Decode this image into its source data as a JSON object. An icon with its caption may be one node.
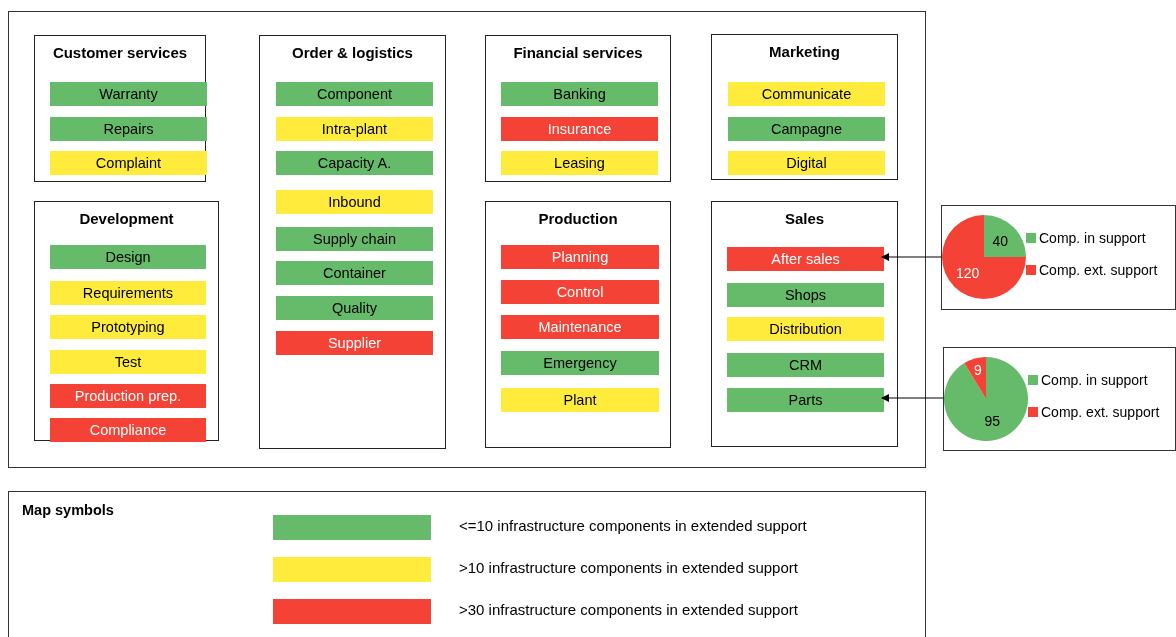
{
  "diagram": {
    "nodes": [
      {
        "text": [],
        "shape": "box"
      },
      {
        "text": [
          "Customer services"
        ],
        "in": 0
      },
      {
        "text": [
          "Warranty"
        ],
        "in": 1
      },
      {
        "text": [
          "Repairs"
        ],
        "in": 1
      },
      {
        "text": [
          "Complaint"
        ],
        "in": 1
      },
      {
        "text": [
          "Order & logistics"
        ],
        "in": 0
      },
      {
        "text": [
          "Component"
        ],
        "in": 5
      },
      {
        "text": [
          "Intra-plant"
        ],
        "in": 5
      },
      {
        "text": [
          "Capacity A."
        ],
        "in": 5
      },
      {
        "text": [
          "Inbound"
        ],
        "in": 5
      },
      {
        "text": [
          "Supply chain"
        ],
        "in": 5
      },
      {
        "text": [
          "Container"
        ],
        "in": 5
      },
      {
        "text": [
          "Quality"
        ],
        "in": 5
      },
      {
        "text": [
          "Supplier"
        ],
        "in": 5
      },
      {
        "text": [
          "Financial services"
        ],
        "in": 0
      },
      {
        "text": [
          "Banking"
        ],
        "in": 14
      },
      {
        "text": [
          "Insurance"
        ],
        "in": 14
      },
      {
        "text": [
          "Leasing"
        ],
        "in": 14
      },
      {
        "text": [
          "Marketing"
        ],
        "in": 0
      },
      {
        "text": [
          "Communicate"
        ],
        "in": 18
      },
      {
        "text": [
          "Campagne"
        ],
        "in": 18
      },
      {
        "text": [
          "Digital"
        ],
        "in": 18
      },
      {
        "text": [
          "Development"
        ],
        "in": 0
      },
      {
        "text": [
          "Design"
        ],
        "in": 22
      },
      {
        "text": [
          "Requirements"
        ],
        "in": 22
      },
      {
        "text": [
          "Prototyping"
        ],
        "in": 22
      },
      {
        "text": [
          "Test"
        ],
        "in": 22
      },
      {
        "text": [
          "Production prep."
        ],
        "in": 22
      },
      {
        "text": [
          "Compliance"
        ],
        "in": 22
      },
      {
        "text": [
          "Production"
        ],
        "in": 0
      },
      {
        "text": [
          "Planning"
        ],
        "in": 29
      },
      {
        "text": [
          "Control"
        ],
        "in": 29
      },
      {
        "text": [
          "Maintenance"
        ],
        "in": 29
      },
      {
        "text": [
          "Emergency"
        ],
        "in": 29
      },
      {
        "text": [
          "Plant"
        ],
        "in": 29
      },
      {
        "text": [
          "Sales"
        ],
        "in": 0
      },
      {
        "text": [
          "After sales"
        ],
        "in": 35
      },
      {
        "text": [
          "Shops"
        ],
        "in": 35
      },
      {
        "text": [
          "Distribution"
        ],
        "in": 35
      },
      {
        "text": [
          "CRM"
        ],
        "in": 35
      },
      {
        "text": [
          "Parts"
        ],
        "in": 35
      },
      {
        "text": [],
        "shape": "box"
      },
      {
        "text": [],
        "shape": "box"
      }
    ],
    "edges": [
      {
        "from": 41,
        "to": 36,
        "arrow": "to"
      },
      {
        "from": 42,
        "to": 40,
        "arrow": "to"
      }
    ],
    "labels": [
      "Map symbols"
    ],
    "legend": [
      {
        "text": "<=10 infrastructure components in extended support",
        "color": "#66bb6a"
      },
      {
        "text": ">10 infrastructure components in extended support",
        "color": "#ffeb3b"
      },
      {
        "text": ">30 infrastructure components in extended support",
        "color": "#f44336"
      }
    ],
    "chart_data": [
      {
        "type": "pie",
        "categories": [
          "Comp. in support",
          "Comp. ext. support"
        ],
        "series": [
          {
            "values": [
              40,
              120
            ]
          }
        ],
        "data_labels": true
      },
      {
        "type": "pie",
        "categories": [
          "Comp. in support",
          "Comp. ext. support"
        ],
        "series": [
          {
            "values": [
              95,
              9
            ]
          }
        ],
        "data_labels": true
      }
    ]
  }
}
